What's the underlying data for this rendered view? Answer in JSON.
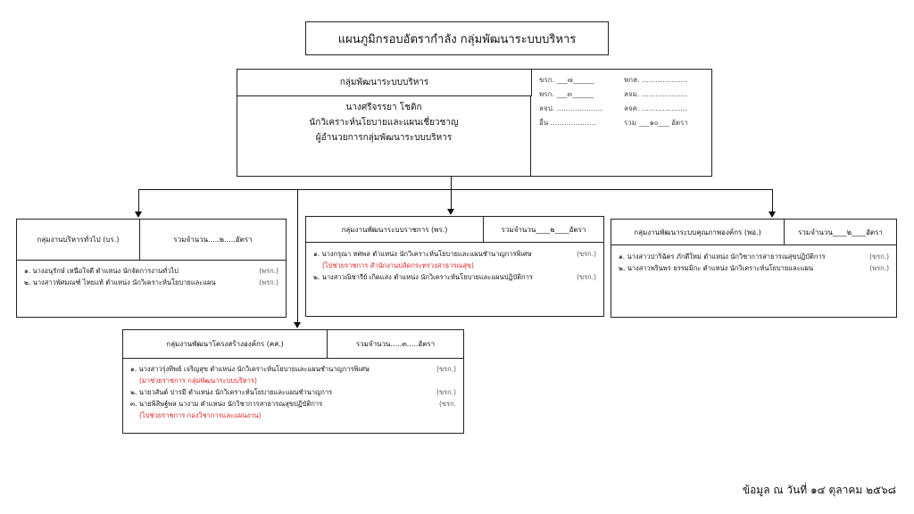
{
  "title": "แผนภูมิกรอบอัตรากำลัง กลุ่มพัฒนาระบบบริหาร",
  "main": {
    "header": "กลุ่มพัฒนาระบบบริหาร",
    "name": "นางศรีจรรยา โชติก",
    "position": "นักวิเคราะห์นโยบายและแผนเชี่ยวชาญ",
    "role": "ผู้อำนวยการกลุ่มพัฒนาระบบบริหาร",
    "stats": [
      [
        "ขรก. ___๗______",
        "พกส. ...................."
      ],
      [
        "พรก. ___๓______",
        "ลจม. ...................."
      ],
      [
        "ลจป. ....................",
        "ลจค. ...................."
      ],
      [
        "อื่น ....................",
        "รวม ___๑๐___ อัตรา"
      ]
    ]
  },
  "groups": [
    {
      "name": "กลุ่มงานบริหารทั่วไป (บร.)",
      "total": "รวมจำนวน.....๒.....อัตรา",
      "items": [
        {
          "text": "๑. นางอนุรักษ์ เหนือใจดี ตำแหน่ง นักจัดการงานทั่วไป",
          "type": "(พรก.)"
        },
        {
          "text": "๒. นางสาวพัศมณฑ์ ไทยแท้ ตำแหน่ง นักวิเคราะห์นโยบายและแผน",
          "type": "(พรก.)"
        }
      ]
    },
    {
      "name": "กลุ่มงานพัฒนาระบบราชการ (พร.)",
      "total": "รวมจำนวน____๒____อัตรา",
      "items": [
        {
          "text": "๑. นางกรุณา ทศพล ตำแหน่ง นักวิเคราะห์นโยบายและแผนชำนาญการพิเศษ",
          "type": "(ขรก.)",
          "note": "(ไปช่วยราชการ สำนักงานปลัดกระทรวงสาธารณสุข)"
        },
        {
          "text": "๒. นางสาวณิชารีย์ เกิดแสง ตำแหน่ง นักวิเคราะห์นโยบายและแผนปฏิบัติการ",
          "type": "(ขรก.)"
        }
      ]
    },
    {
      "name": "กลุ่มงานพัฒนาระบบคุณภาพองค์กร (พอ.)",
      "total": "รวมจำนวน____๒____อัตรา",
      "items": [
        {
          "text": "๑. นางสาวปาริฉัตร ภักดีใหม่ ตำแหน่ง นักวิชาการสาธารณสุขปฏิบัติการ",
          "type": "(ขรก.)"
        },
        {
          "text": "๒. นางสาวพรินพร ธรรมมิกะ ตำแหน่ง นักวิเคราะห์นโยบายและแผน",
          "type": "(พรก.)"
        }
      ]
    },
    {
      "name": "กลุ่มงานพัฒนาโครงสร้างองค์กร (คส.)",
      "total": "รวมจำนวน.....๓.....อัตรา",
      "items": [
        {
          "text": "๑. นางสาวรุ่งทิพย์ เจริญสุข ตำแหน่ง นักวิเคราะห์นโยบายและแผนชำนาญการพิเศษ",
          "type": "(ขรก.)",
          "note": "(มาช่วยราชการ กลุ่มพัฒนาระบบบริหาร)"
        },
        {
          "text": "๒. นายวสันต์ ปารมี ตำแหน่ง นักวิเคราะห์นโยบายและแผนชำนาญการ",
          "type": "(ขรก.)"
        },
        {
          "text": "๓. นายพิสิษฐ์พล นางาม ตำแหน่ง นักวิชาการสาธารณสุขปฏิบัติการ",
          "type": "(ขรก.",
          "note": "(ไปช่วยราชการ กองวิชาการและแผนงาน)"
        }
      ]
    }
  ],
  "footer": "ข้อมูล ณ วันที่ ๑๔ ตุลาคม ๒๕๖๘"
}
